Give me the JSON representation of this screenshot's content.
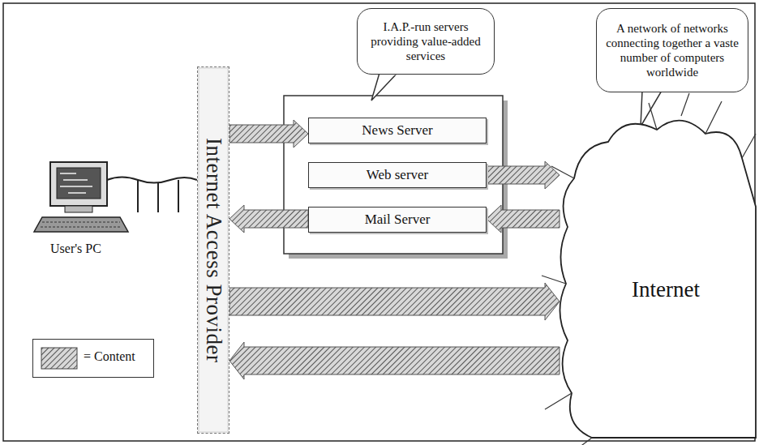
{
  "diagram": {
    "nodes": [
      {
        "text": [
          "Internet Access Provider"
        ]
      },
      {
        "text": [
          "I.A.P.-run servers providing value-added services"
        ]
      },
      {
        "text": [
          "News Server"
        ]
      },
      {
        "text": [
          "Web server"
        ]
      },
      {
        "text": [
          "Mail Server"
        ]
      },
      {
        "text": [
          "A network of networks connecting together a vaste number of computers worldwide"
        ]
      },
      {
        "text": [
          "Internet"
        ]
      }
    ],
    "edges": [
      {
        "from": 0,
        "to": 2,
        "arrow": "to"
      },
      {
        "from": 3,
        "to": 6,
        "arrow": "to"
      },
      {
        "from": 6,
        "to": 4,
        "arrow": "to"
      },
      {
        "from": 4,
        "to": 0,
        "arrow": "to"
      },
      {
        "from": 0,
        "to": 6,
        "arrow": "to"
      },
      {
        "from": 6,
        "to": 0,
        "arrow": "to"
      }
    ],
    "labels": [
      "User's PC"
    ],
    "legend": [
      {
        "text": "= Content"
      }
    ]
  }
}
